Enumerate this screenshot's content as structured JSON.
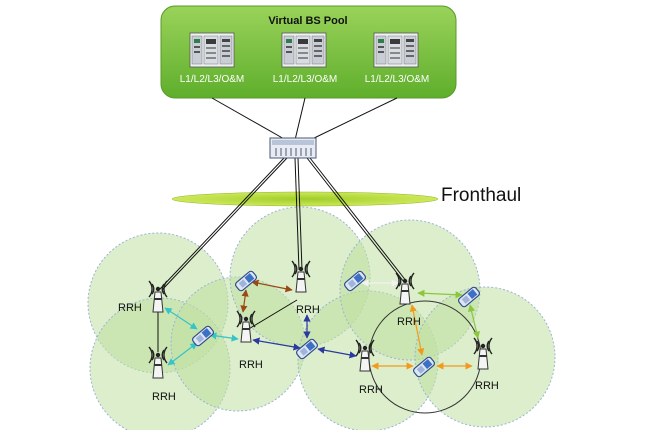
{
  "pool": {
    "title": "Virtual BS Pool",
    "server_label": "L1/L2/L3/O&M"
  },
  "fronthaul_label": "Fronthaul",
  "rrh_label": "RRH",
  "colors": {
    "pool_fill": "#7cc043",
    "pool_border": "#5a9a2a",
    "fronthaul_ring": "#b6d831",
    "cell_fill": "#bfe0a0",
    "cell_edge": "#9ab4d6",
    "link_teal": "#35c4c8",
    "link_brown": "#9a4a14",
    "link_navy": "#2c3aa0",
    "link_white": "#f2f2f2",
    "link_lime": "#8cc63f",
    "link_orange": "#f39a1e"
  },
  "icons": [
    "server-rack-icon",
    "switch-icon",
    "antenna-tower-icon",
    "mobile-phone-icon"
  ]
}
